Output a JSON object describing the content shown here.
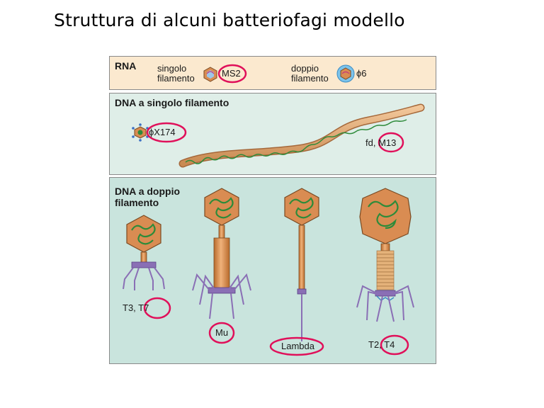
{
  "title": "Struttura di alcuni batteriofagi modello",
  "rna": {
    "header": "RNA",
    "singolo_line1": "singolo",
    "singolo_line2": "filamento",
    "singolo_phage": "MS2",
    "doppio_line1": "doppio",
    "doppio_line2": "filamento",
    "doppio_phage": "ϕ6"
  },
  "ss_dna": {
    "header": "DNA a singolo filamento",
    "phage1": "ϕX174",
    "phage2": "fd, M13"
  },
  "ds_dna": {
    "header_line1": "DNA a doppio",
    "header_line2": "filamento",
    "phage_t3t7": "T3, T7",
    "phage_mu": "Mu",
    "phage_lambda": "Lambda",
    "phage_t2t4": "T2, T4"
  },
  "colors": {
    "highlight": "#e0105a",
    "capsid": "#d98c52",
    "dna": "#2e8b3a",
    "tail_fiber": "#8a6fb5",
    "rna_panel": "#fbe9cf",
    "ss_panel": "#dfeee8",
    "ds_panel": "#c9e4dd"
  }
}
